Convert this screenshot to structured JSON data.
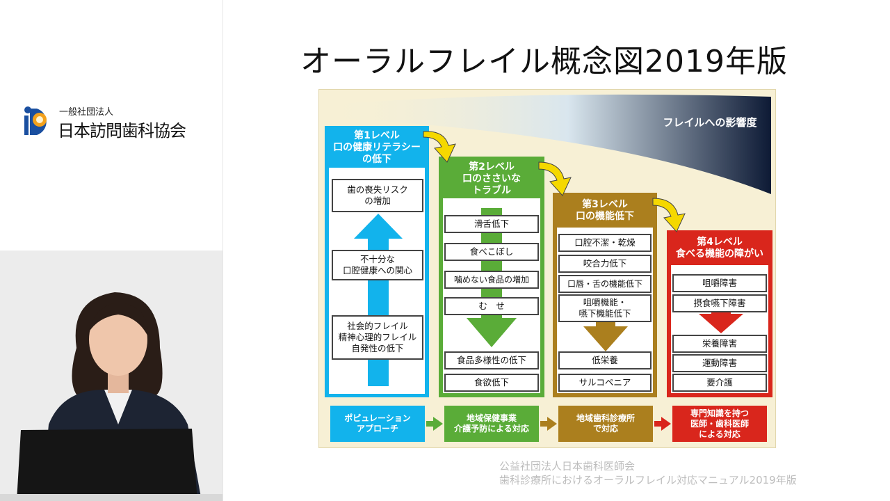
{
  "logo": {
    "subtitle": "一般社団法人",
    "name": "日本訪問歯科協会"
  },
  "slide": {
    "title": "オーラルフレイル概念図2019年版"
  },
  "diagram": {
    "influence_label": "フレイルへの影響度",
    "levels": [
      {
        "heading": [
          "第1レベル",
          "口の健康リテラシー",
          "の低下"
        ],
        "items": [
          "歯の喪失リスク\nの増加",
          "不十分な\n口腔健康への関心",
          "社会的フレイル\n精神心理的フレイル\n自発性の低下"
        ]
      },
      {
        "heading": [
          "第2レベル",
          "口のささいな",
          "トラブル"
        ],
        "items": [
          "滑舌低下",
          "食べこぼし",
          "噛めない食品の増加",
          "む　せ",
          "食品多様性の低下",
          "食欲低下"
        ]
      },
      {
        "heading": [
          "第3レベル",
          "口の機能低下"
        ],
        "items": [
          "口腔不潔・乾燥",
          "咬合力低下",
          "口唇・舌の機能低下",
          "咀嚼機能・\n嚥下機能低下",
          "低栄養",
          "サルコペニア"
        ]
      },
      {
        "heading": [
          "第4レベル",
          "食べる機能の障がい"
        ],
        "items": [
          "咀嚼障害",
          "摂食嚥下障害",
          "栄養障害",
          "運動障害",
          "要介護"
        ]
      }
    ],
    "approaches": [
      "ポピュレーション\nアプローチ",
      "地域保健事業\n介護予防による対応",
      "地域歯科診療所\nで対応",
      "専門知識を持つ\n医師・歯科医師\nによる対応"
    ]
  },
  "source": {
    "line1": "公益社団法人日本歯科医師会",
    "line2": "歯科診療所におけるオーラルフレイル対応マニュアル2019年版"
  },
  "colors": {
    "level1": "#12b3ec",
    "level2": "#5aac38",
    "level3": "#ab7f1e",
    "level4": "#d9261c",
    "arrow": "#f5d800",
    "influence": "#0d1a35"
  }
}
